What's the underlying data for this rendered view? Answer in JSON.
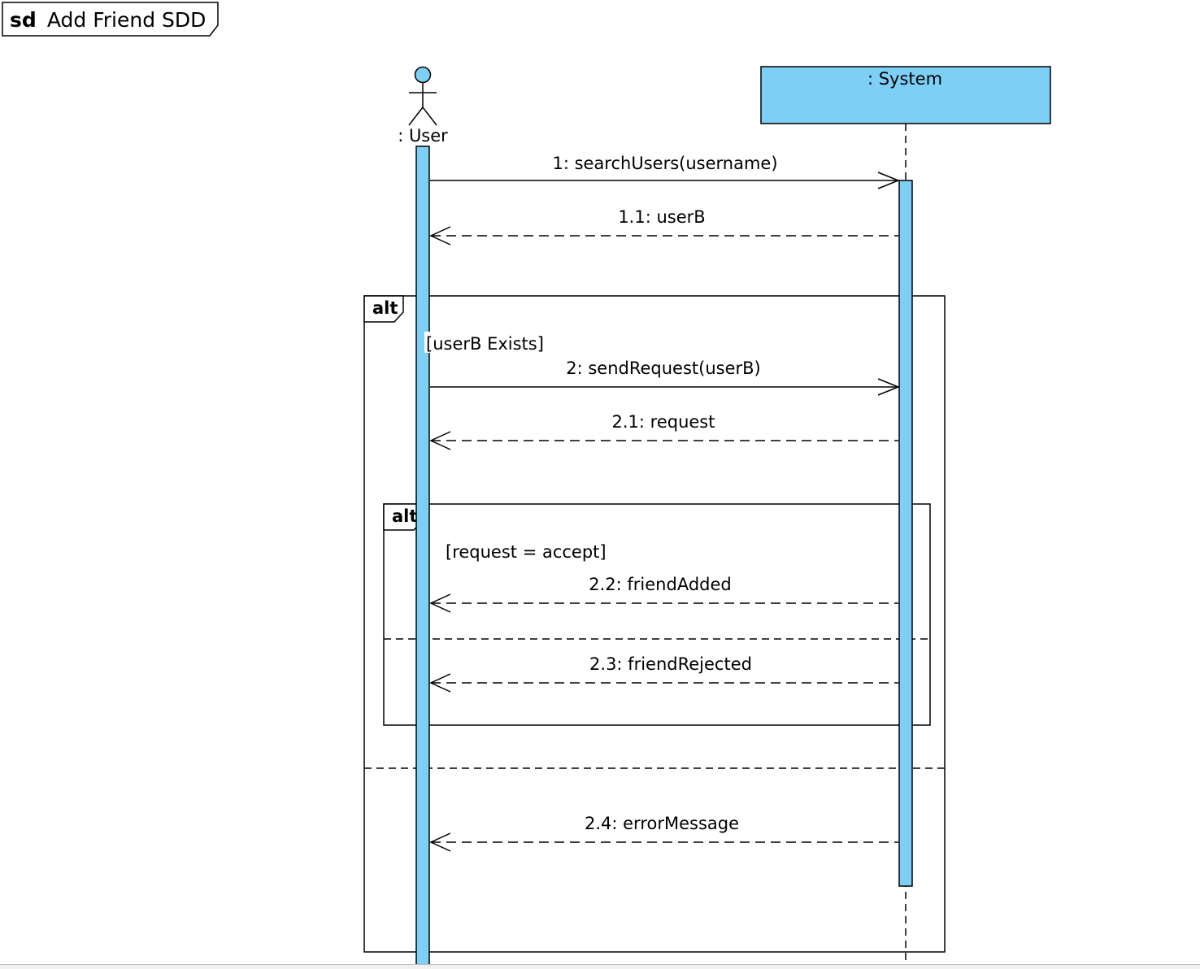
{
  "diagram": {
    "keyword": "sd",
    "name": "Add Friend SDD",
    "colors": {
      "lifeline_fill": "#7dcff5",
      "stroke": "#000000",
      "background": "#ffffff"
    },
    "participants": [
      {
        "id": "user",
        "label": ": User",
        "kind": "actor"
      },
      {
        "id": "system",
        "label": ": System",
        "kind": "object"
      }
    ],
    "fragments": [
      {
        "id": "outer",
        "operator": "alt",
        "operands": [
          {
            "guard": "[userB Exists]"
          },
          {
            "guard": ""
          }
        ]
      },
      {
        "id": "inner",
        "operator": "alt",
        "operands": [
          {
            "guard": "[request = accept]"
          },
          {
            "guard": ""
          }
        ]
      }
    ],
    "messages": [
      {
        "id": "m1",
        "label": "1: searchUsers(username)",
        "from": "user",
        "to": "system",
        "kind": "sync"
      },
      {
        "id": "m1_1",
        "label": "1.1: userB",
        "from": "system",
        "to": "user",
        "kind": "reply"
      },
      {
        "id": "m2",
        "label": "2: sendRequest(userB)",
        "from": "user",
        "to": "system",
        "kind": "sync"
      },
      {
        "id": "m2_1",
        "label": "2.1: request",
        "from": "system",
        "to": "user",
        "kind": "reply"
      },
      {
        "id": "m2_2",
        "label": "2.2: friendAdded",
        "from": "system",
        "to": "user",
        "kind": "reply"
      },
      {
        "id": "m2_3",
        "label": "2.3: friendRejected",
        "from": "system",
        "to": "user",
        "kind": "reply"
      },
      {
        "id": "m2_4",
        "label": "2.4: errorMessage",
        "from": "system",
        "to": "user",
        "kind": "reply"
      }
    ]
  }
}
